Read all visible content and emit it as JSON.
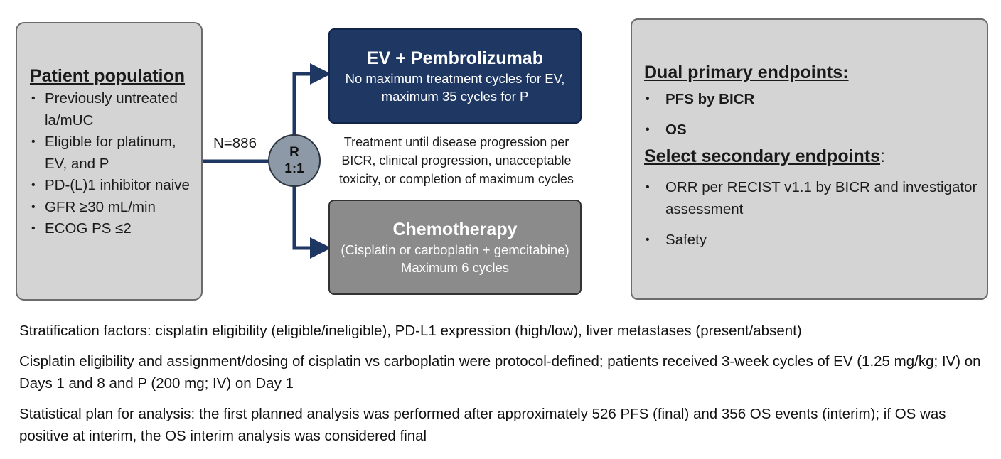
{
  "patient_population": {
    "title": "Patient population",
    "items": [
      "Previously untreated la/mUC",
      "Eligible for platinum, EV, and P",
      "PD-(L)1 inhibitor naive",
      "GFR ≥30 mL/min",
      "ECOG PS ≤2"
    ]
  },
  "enrollment": {
    "n_label": "N=886"
  },
  "randomization": {
    "line1": "R",
    "line2": "1:1"
  },
  "arm_ev": {
    "title": "EV + Pembrolizumab",
    "sub1": "No maximum treatment cycles for EV,",
    "sub2": "maximum 35 cycles for P"
  },
  "treatment_note": {
    "line1": "Treatment until disease progression per",
    "line2": "BICR, clinical progression, unacceptable",
    "line3": "toxicity, or completion of maximum cycles"
  },
  "arm_chemo": {
    "title": "Chemotherapy",
    "sub1": "(Cisplatin or carboplatin + gemcitabine)",
    "sub2": "Maximum 6 cycles"
  },
  "endpoints": {
    "primary_title": "Dual primary endpoints:",
    "primary_items": [
      "PFS by BICR",
      "OS"
    ],
    "secondary_title": "Select secondary endpoints",
    "secondary_colon": ":",
    "secondary_items": [
      "ORR per RECIST v1.1 by BICR and investigator assessment",
      "Safety"
    ]
  },
  "footnotes": {
    "stratification": "Stratification factors: cisplatin eligibility (eligible/ineligible), PD-L1 expression (high/low), liver metastases (present/absent)",
    "dosing": "Cisplatin eligibility and assignment/dosing of cisplatin vs carboplatin were protocol-defined; patients received 3-week cycles of EV (1.25 mg/kg; IV) on Days 1 and 8 and P (200 mg; IV) on Day 1",
    "statistical": "Statistical plan for analysis: the first planned analysis was performed after approximately 526 PFS (final) and 356 OS events (interim); if OS was positive at interim, the OS interim analysis was considered final"
  },
  "colors": {
    "connector": "#1e3763",
    "ev_box": "#1e3763",
    "chemo_box": "#8b8b8b",
    "panel_gray": "#d4d4d4",
    "circle": "#8d99a6"
  }
}
